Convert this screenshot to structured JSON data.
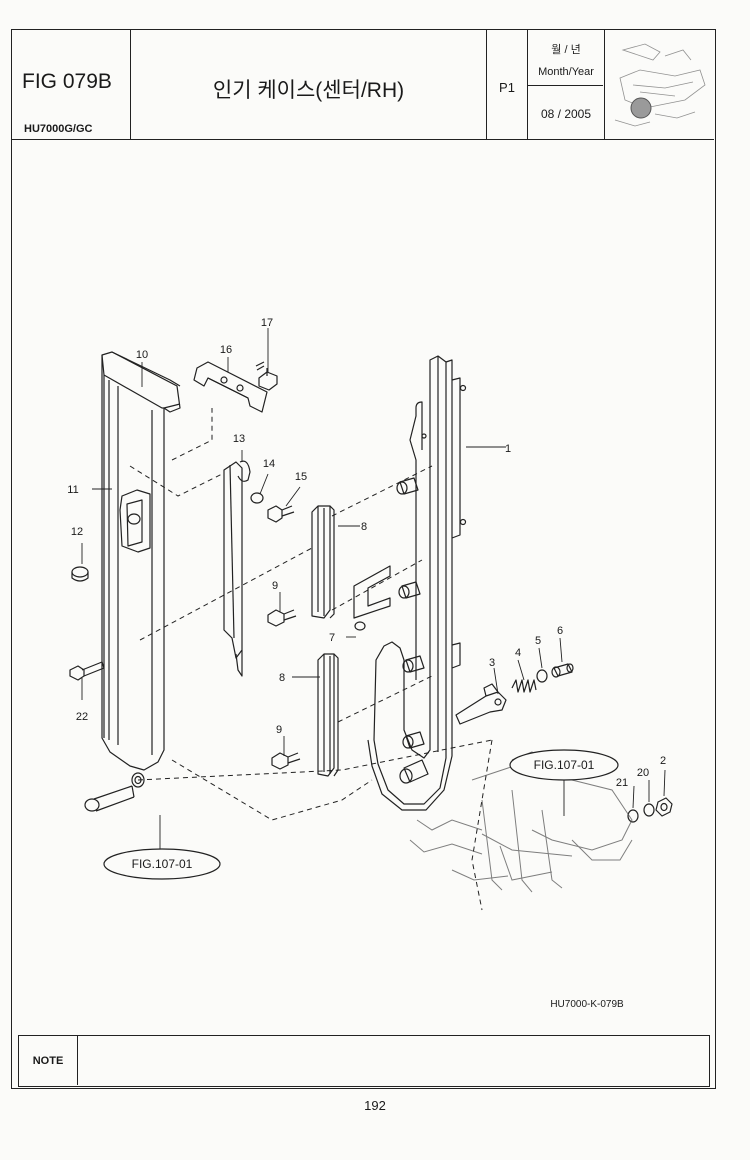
{
  "header": {
    "fig_code": "FIG 079B",
    "model": "HU7000G/GC",
    "title": "인기 케이스(센터/RH)",
    "page_code": "P1",
    "date_korean": "월 / 년",
    "date_english": "Month/Year",
    "date_value": "08 / 2005"
  },
  "callouts": [
    "1",
    "2",
    "3",
    "4",
    "5",
    "6",
    "7",
    "8",
    "8",
    "9",
    "9",
    "10",
    "11",
    "12",
    "13",
    "14",
    "15",
    "16",
    "17",
    "20",
    "21",
    "22"
  ],
  "references": {
    "left": "FIG.107-01",
    "right": "FIG.107-01"
  },
  "drawing_code": "HU7000-K-079B",
  "note_label": "NOTE",
  "page_number": "192"
}
